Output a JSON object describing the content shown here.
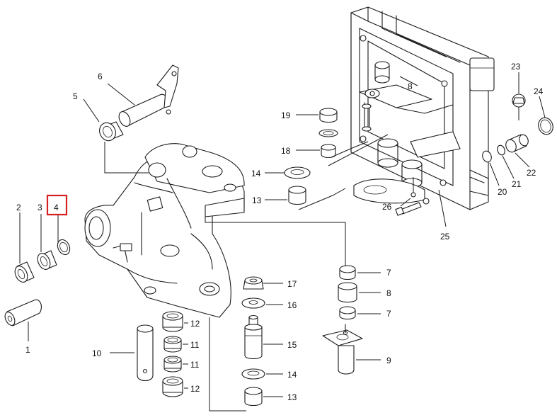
{
  "callouts": [
    {
      "id": "c1",
      "text": "1"
    },
    {
      "id": "c2",
      "text": "2"
    },
    {
      "id": "c3",
      "text": "3"
    },
    {
      "id": "c4",
      "text": "4"
    },
    {
      "id": "c5",
      "text": "5"
    },
    {
      "id": "c6",
      "text": "6"
    },
    {
      "id": "c7a",
      "text": "7"
    },
    {
      "id": "c7b",
      "text": "7"
    },
    {
      "id": "c8a",
      "text": "8"
    },
    {
      "id": "c8b",
      "text": "8"
    },
    {
      "id": "c9",
      "text": "9"
    },
    {
      "id": "c10",
      "text": "10"
    },
    {
      "id": "c11a",
      "text": "11"
    },
    {
      "id": "c11b",
      "text": "11"
    },
    {
      "id": "c12a",
      "text": "12"
    },
    {
      "id": "c12b",
      "text": "12"
    },
    {
      "id": "c13a",
      "text": "13"
    },
    {
      "id": "c13b",
      "text": "13"
    },
    {
      "id": "c14a",
      "text": "14"
    },
    {
      "id": "c14b",
      "text": "14"
    },
    {
      "id": "c15",
      "text": "15"
    },
    {
      "id": "c16",
      "text": "16"
    },
    {
      "id": "c17",
      "text": "17"
    },
    {
      "id": "c18",
      "text": "18"
    },
    {
      "id": "c19",
      "text": "19"
    },
    {
      "id": "c20",
      "text": "20"
    },
    {
      "id": "c21",
      "text": "21"
    },
    {
      "id": "c22",
      "text": "22"
    },
    {
      "id": "c23",
      "text": "23"
    },
    {
      "id": "c24",
      "text": "24"
    },
    {
      "id": "c25",
      "text": "25"
    },
    {
      "id": "c26",
      "text": "26"
    }
  ],
  "highlight": {
    "callout": "4",
    "color": "#d42020"
  }
}
